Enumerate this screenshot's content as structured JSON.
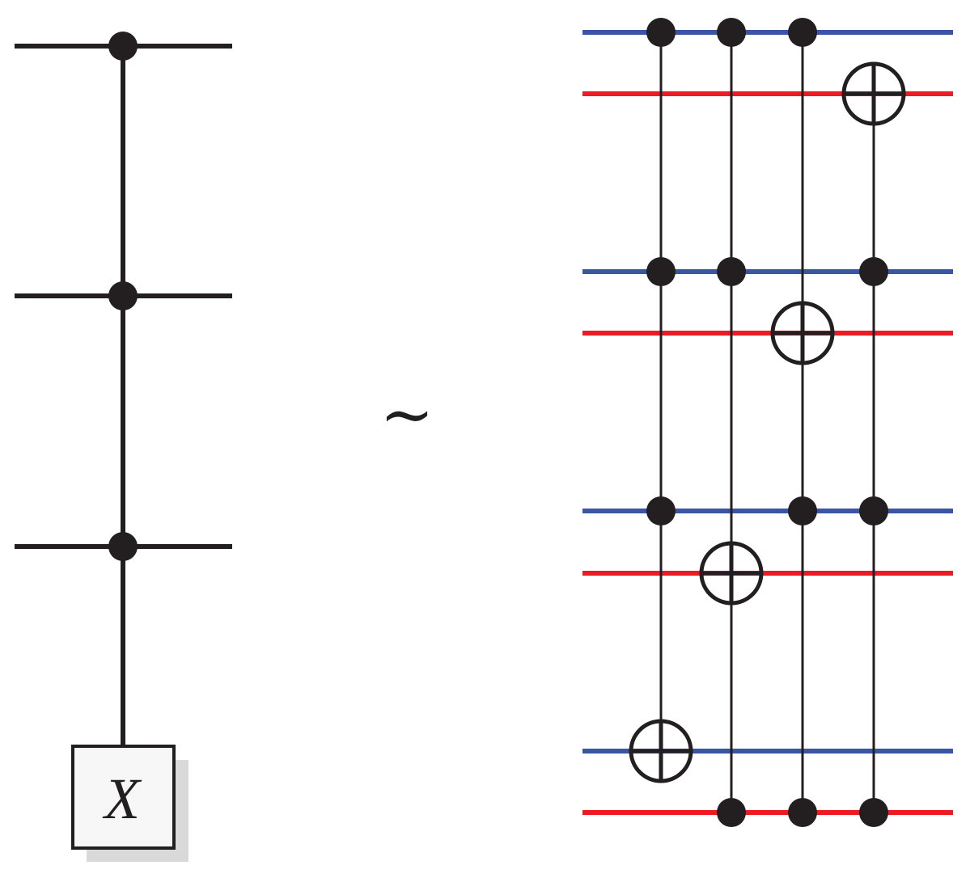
{
  "colors": {
    "wire_dark": "#231f20",
    "wire_blue": "#3a55a4",
    "wire_red": "#ed1c24",
    "gate_fill": "#f7f7f7",
    "gate_shadow": "#d9d9d9",
    "background": "#ffffff"
  },
  "left_circuit": {
    "wires": 3,
    "controls": 3,
    "target_gate": {
      "label": "X"
    }
  },
  "equivalence": {
    "symbol": "∼"
  },
  "right_circuit": {
    "wires": [
      {
        "name": "wire-1",
        "color": "blue"
      },
      {
        "name": "wire-2",
        "color": "red"
      },
      {
        "name": "wire-3",
        "color": "blue"
      },
      {
        "name": "wire-4",
        "color": "red"
      },
      {
        "name": "wire-5",
        "color": "blue"
      },
      {
        "name": "wire-6",
        "color": "red"
      },
      {
        "name": "wire-7",
        "color": "blue"
      },
      {
        "name": "wire-8",
        "color": "red"
      }
    ],
    "gates": [
      {
        "name": "gate-1",
        "controls": [
          1,
          3,
          5
        ],
        "target": 7
      },
      {
        "name": "gate-2",
        "controls": [
          1,
          3,
          8
        ],
        "target": 6
      },
      {
        "name": "gate-3",
        "controls": [
          1,
          5,
          8
        ],
        "target": 4
      },
      {
        "name": "gate-4",
        "controls": [
          3,
          5,
          8
        ],
        "target": 2
      }
    ]
  }
}
